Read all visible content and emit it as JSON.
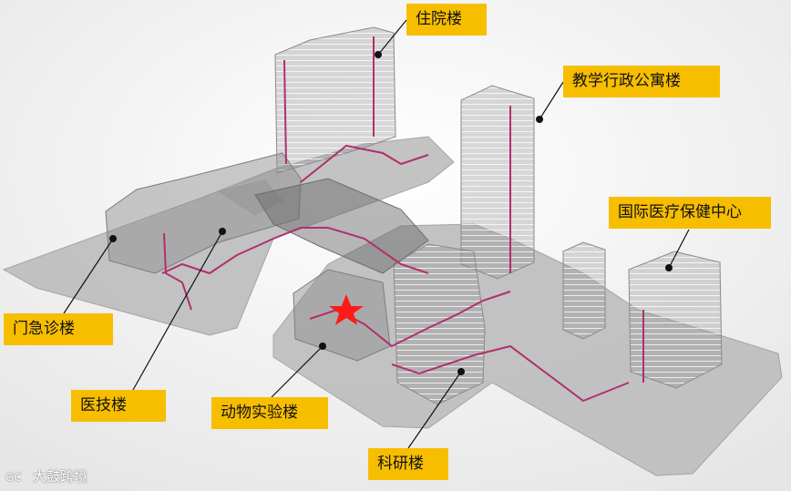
{
  "labels": {
    "zhuyuan": "住院楼",
    "jiaoxue": "教学行政公寓楼",
    "guoji": "国际医疗保健中心",
    "menji": "门急诊楼",
    "yiji": "医技楼",
    "dongwu": "动物实验楼",
    "keyan": "科研楼"
  },
  "watermark": {
    "logo": "GC",
    "text": "大鼓跨境"
  },
  "colors": {
    "label_bg": "#f7be00",
    "route": "#b0306e",
    "star": "#ff1a1a",
    "ground": "#b9b9b9"
  },
  "icons": {
    "marker": "red-star-icon"
  }
}
